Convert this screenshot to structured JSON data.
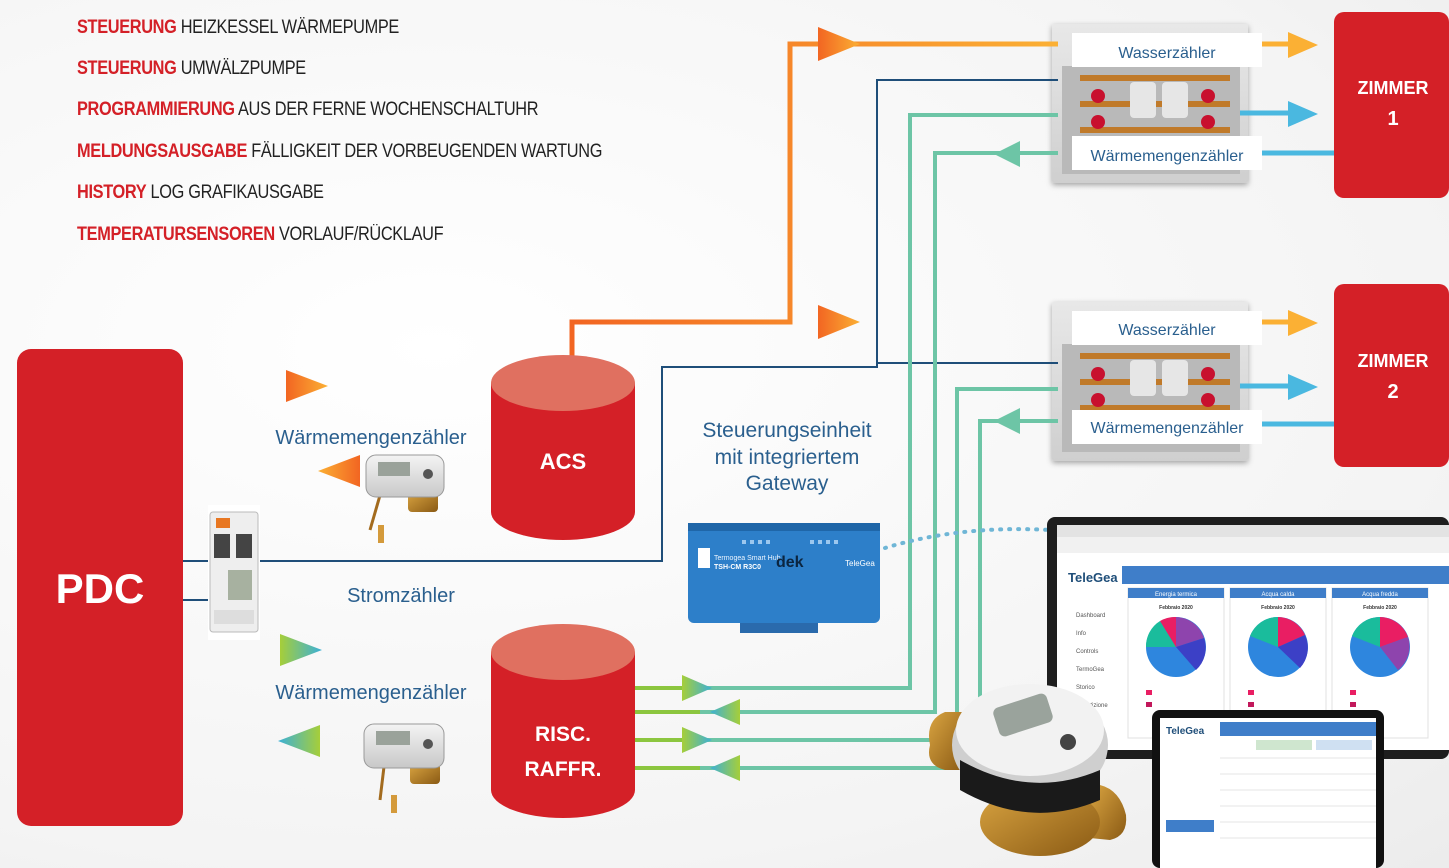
{
  "features": [
    {
      "key": "STEUERUNG",
      "rest": "HEIZKESSEL WÄRMEPUMPE"
    },
    {
      "key": "STEUERUNG",
      "rest": "UMWÄLZPUMPE"
    },
    {
      "key": "PROGRAMMIERUNG",
      "rest": "AUS DER FERNE WOCHENSCHALTUHR"
    },
    {
      "key": "MELDUNGSAUSGABE",
      "rest": "FÄLLIGKEIT DER VORBEUGENDEN WARTUNG"
    },
    {
      "key": "HISTORY",
      "rest": "LOG GRAFIKAUSGABE"
    },
    {
      "key": "TEMPERATURSENSOREN",
      "rest": "VORLAUF/RÜCKLAUF"
    }
  ],
  "pdc_label": "PDC",
  "acs_label": "ACS",
  "risc_label_1": "RISC.",
  "risc_label_2": "RAFFR.",
  "zimmer1": {
    "line1": "ZIMMER",
    "line2": "1"
  },
  "zimmer2": {
    "line1": "ZIMMER",
    "line2": "2"
  },
  "waermemengenzaehler": "Wärmemengenzähler",
  "wasserzaehler": "Wasserzähler",
  "stromzaehler": "Stromzähler",
  "gateway_lines": [
    "Steuerungseinheit",
    "mit integriertem",
    "Gateway"
  ],
  "hub": {
    "title": "Termogea Smart Hub",
    "model": "TSH-CM R3C0",
    "brand": "dek",
    "logo": "TeleGea"
  },
  "dashboard": {
    "brand": "TeleGea",
    "nav": [
      "Dashboard",
      "Info",
      "Controls",
      "TermoGea",
      "Storico",
      "Ripartizione"
    ],
    "cards": [
      "Energia termica",
      "Acqua calda",
      "Acqua fredda"
    ],
    "period": "Febbraio 2020"
  },
  "tablet": {
    "brand": "TeleGea"
  },
  "colors": {
    "red": "#d42027",
    "orange": "#f26522",
    "yellow": "#fbb034",
    "cyan": "#4ab8e0",
    "green": "#8cc63f",
    "teal": "#6dc5a6",
    "navy": "#1f4e79"
  }
}
